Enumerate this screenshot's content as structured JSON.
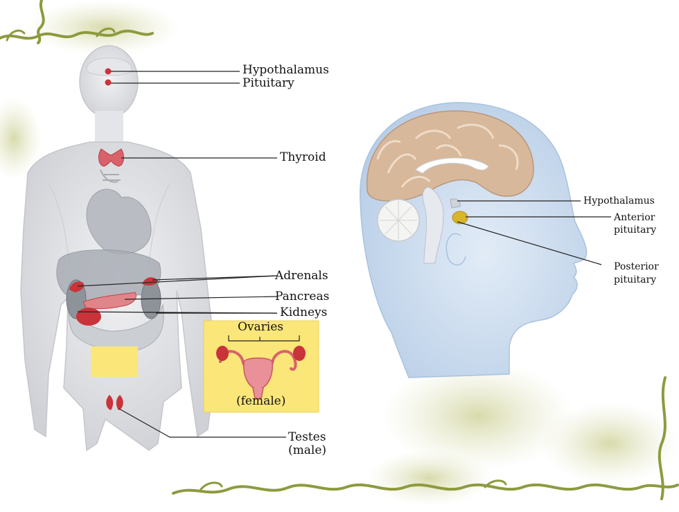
{
  "body_labels": {
    "hypothalamus": "Hypothalamus",
    "pituitary": "Pituitary",
    "thyroid": "Thyroid",
    "adrenals": "Adrenals",
    "pancreas": "Pancreas",
    "kidneys": "Kidneys",
    "ovaries": "Ovaries",
    "female": "(female)",
    "testes": "Testes",
    "male": "(male)"
  },
  "head_labels": {
    "hypothalamus": "Hypothalamus",
    "anterior_line1": "Anterior",
    "anterior_line2": "pituitary",
    "posterior_line1": "Posterior",
    "posterior_line2": "pituitary"
  },
  "colors": {
    "gland_red": "#c8343a",
    "gland_pink": "#d9626a",
    "body_gray": "#dcdde0",
    "inset_yellow": "#fbe67a",
    "pituitary_gold": "#d9b52c",
    "head_blue": "#c4d8ee",
    "brain_tan": "#d8b89a",
    "vine_green": "#8e9a3e",
    "leaf_background": "#d9dcb0"
  }
}
